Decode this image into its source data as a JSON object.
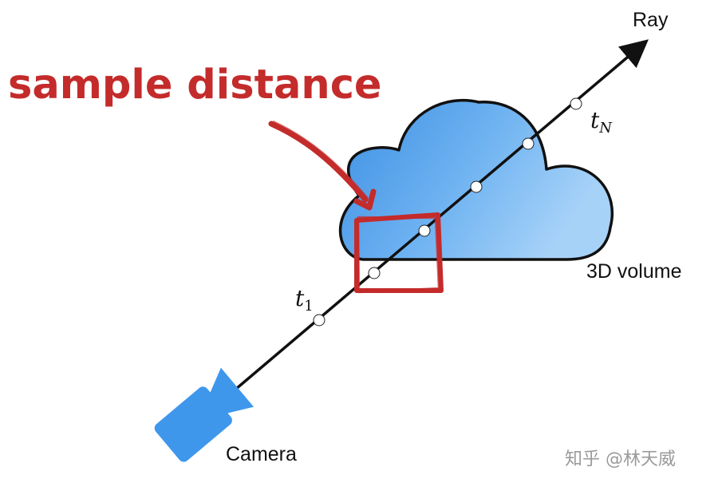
{
  "heading": "sample distance",
  "ray_label": "Ray",
  "volume_label": "3D volume",
  "camera_label": "Camera",
  "t_first": {
    "base": "t",
    "sub": "1"
  },
  "t_last": {
    "base": "t",
    "sub": "N"
  },
  "watermark": "知乎 @林天威",
  "colors": {
    "annotation_red": "#c42b2b",
    "cloud_blue": "#5aa6ee",
    "camera_blue": "#3f97ec",
    "ray_black": "#111111"
  },
  "icons": {
    "camera": "video-camera-icon",
    "cloud": "cloud-shape",
    "pointer": "hand-drawn-arrow"
  }
}
